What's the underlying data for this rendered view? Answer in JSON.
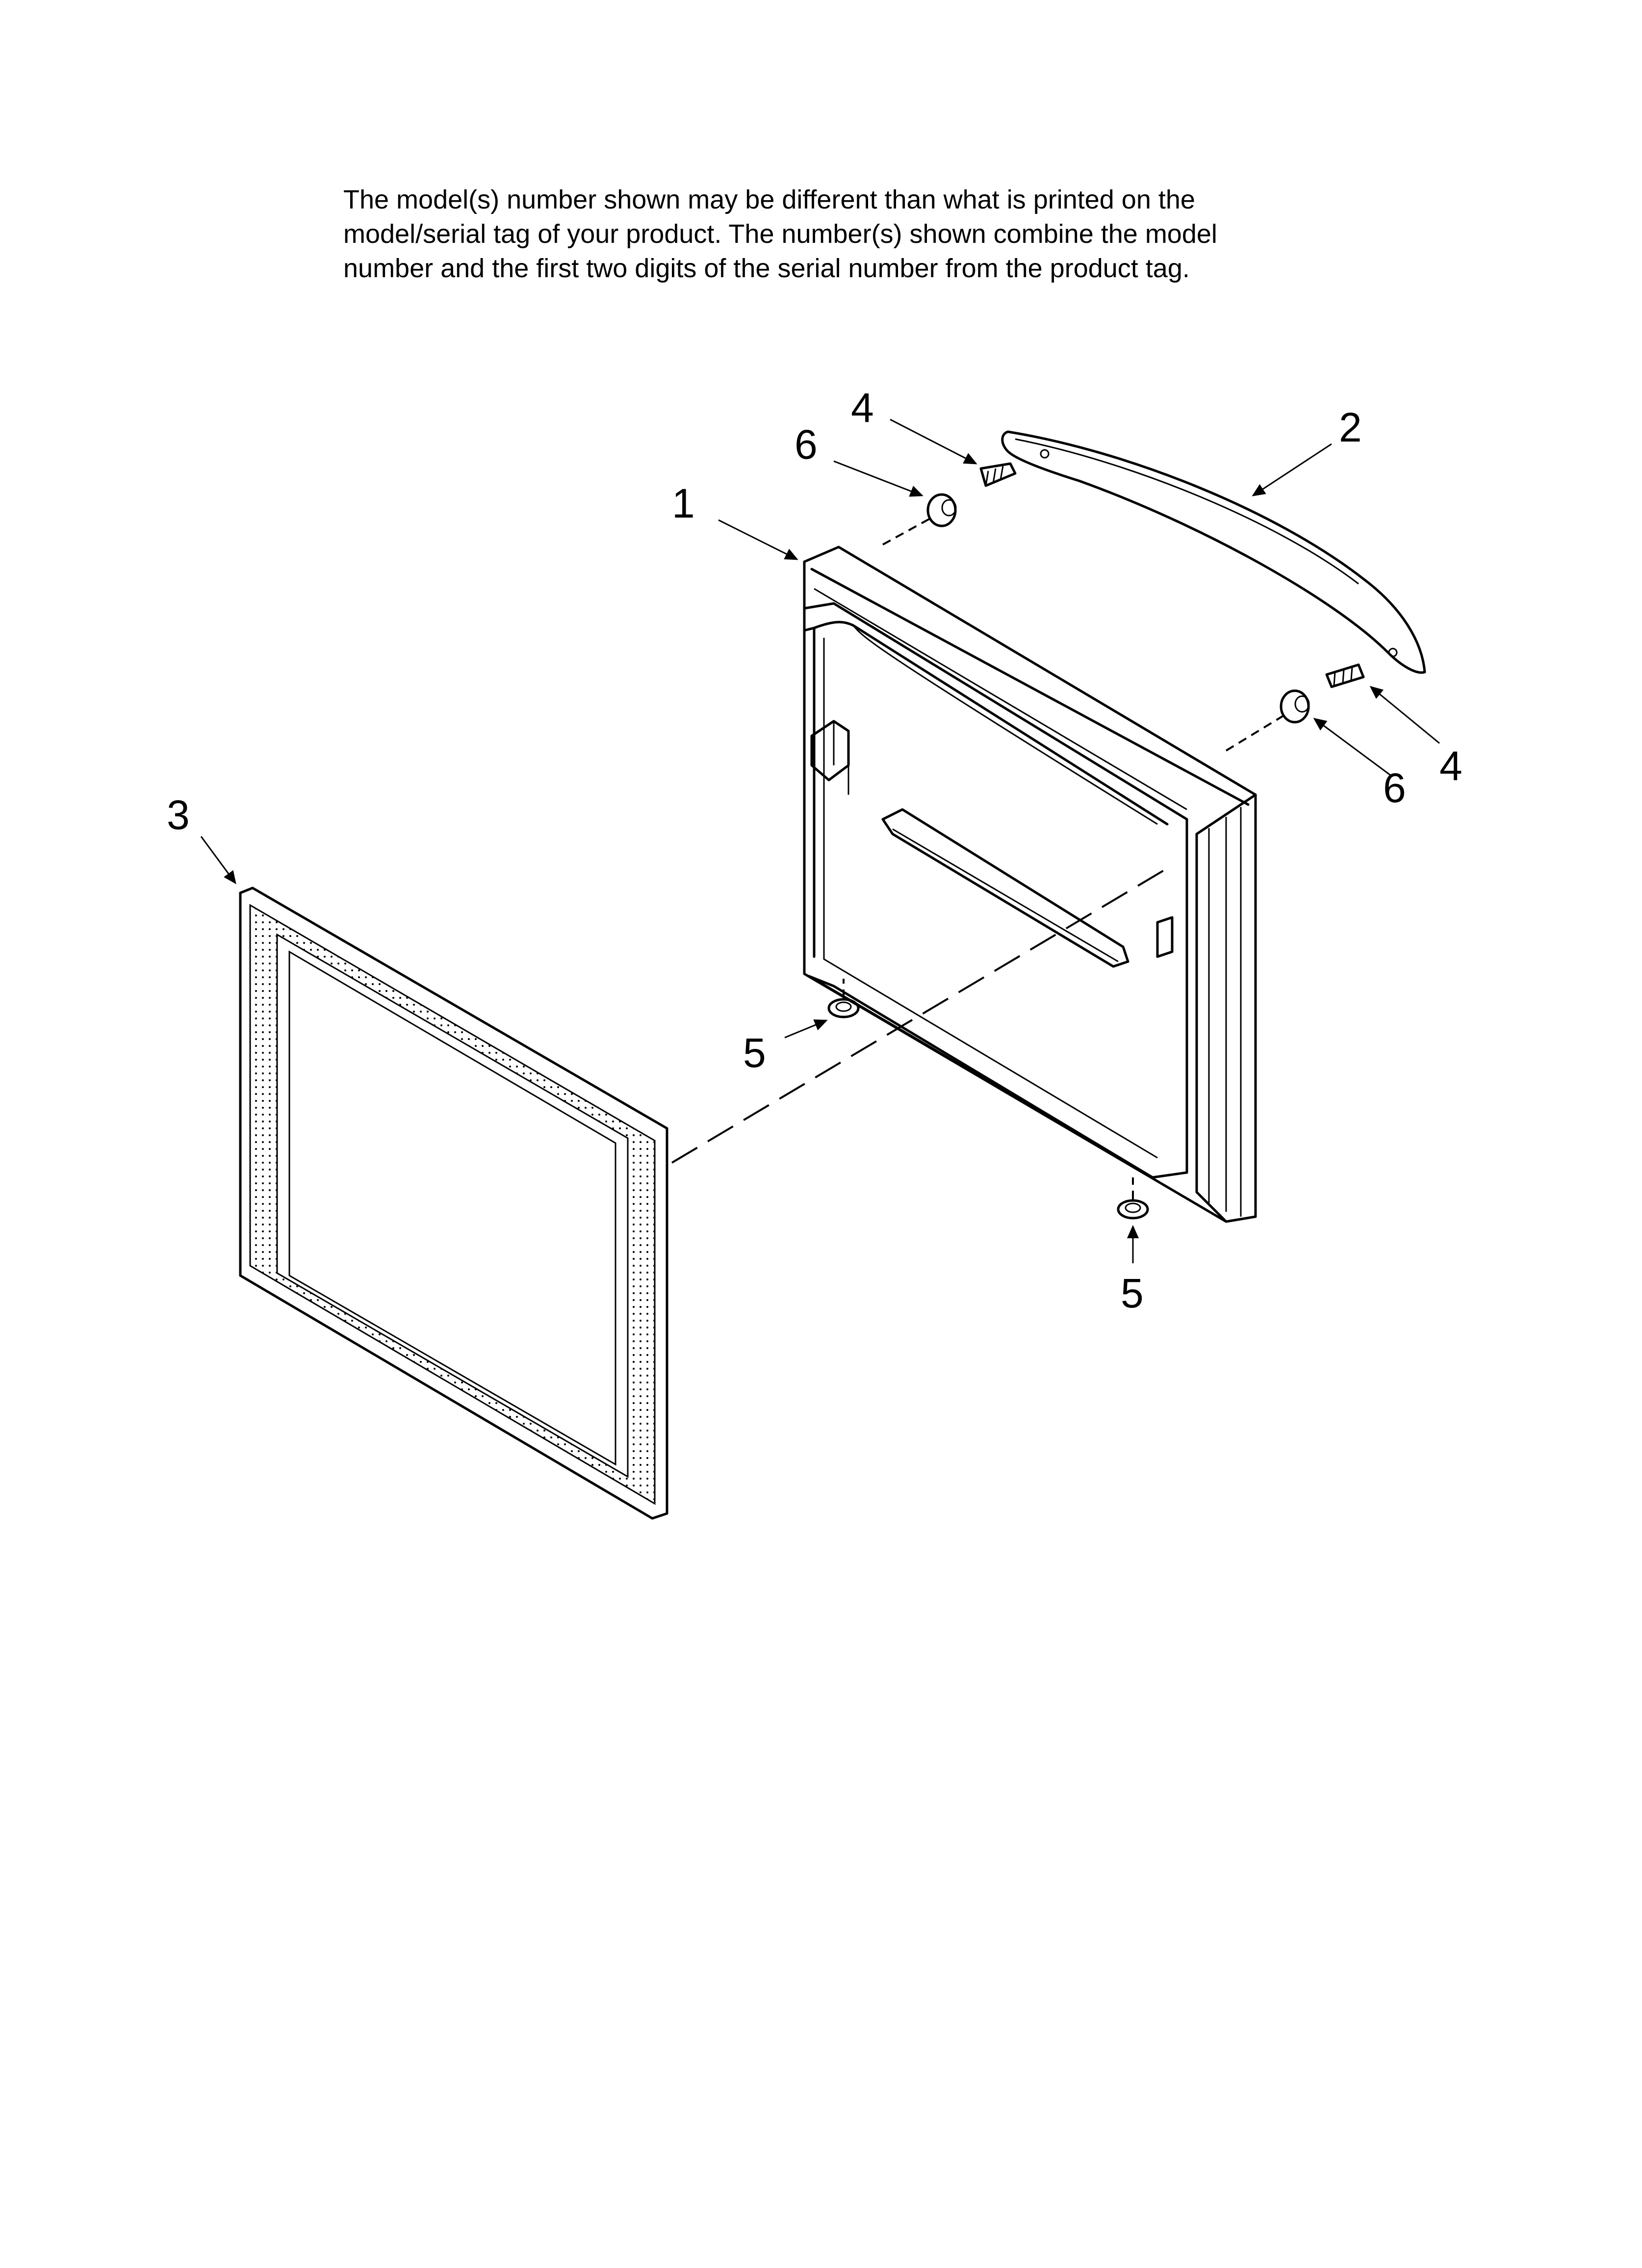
{
  "notice": {
    "line1": "The model(s) number shown may be different than what is printed on the",
    "line2": "model/serial tag of your product. The number(s) shown combine the model",
    "line3": "number and the first two digits of the serial number from the product tag."
  },
  "callouts": {
    "c1": "1",
    "c2": "2",
    "c3": "3",
    "c4_top": "4",
    "c4_right": "4",
    "c5_left": "5",
    "c5_bottom": "5",
    "c6_top": "6",
    "c6_right": "6"
  }
}
